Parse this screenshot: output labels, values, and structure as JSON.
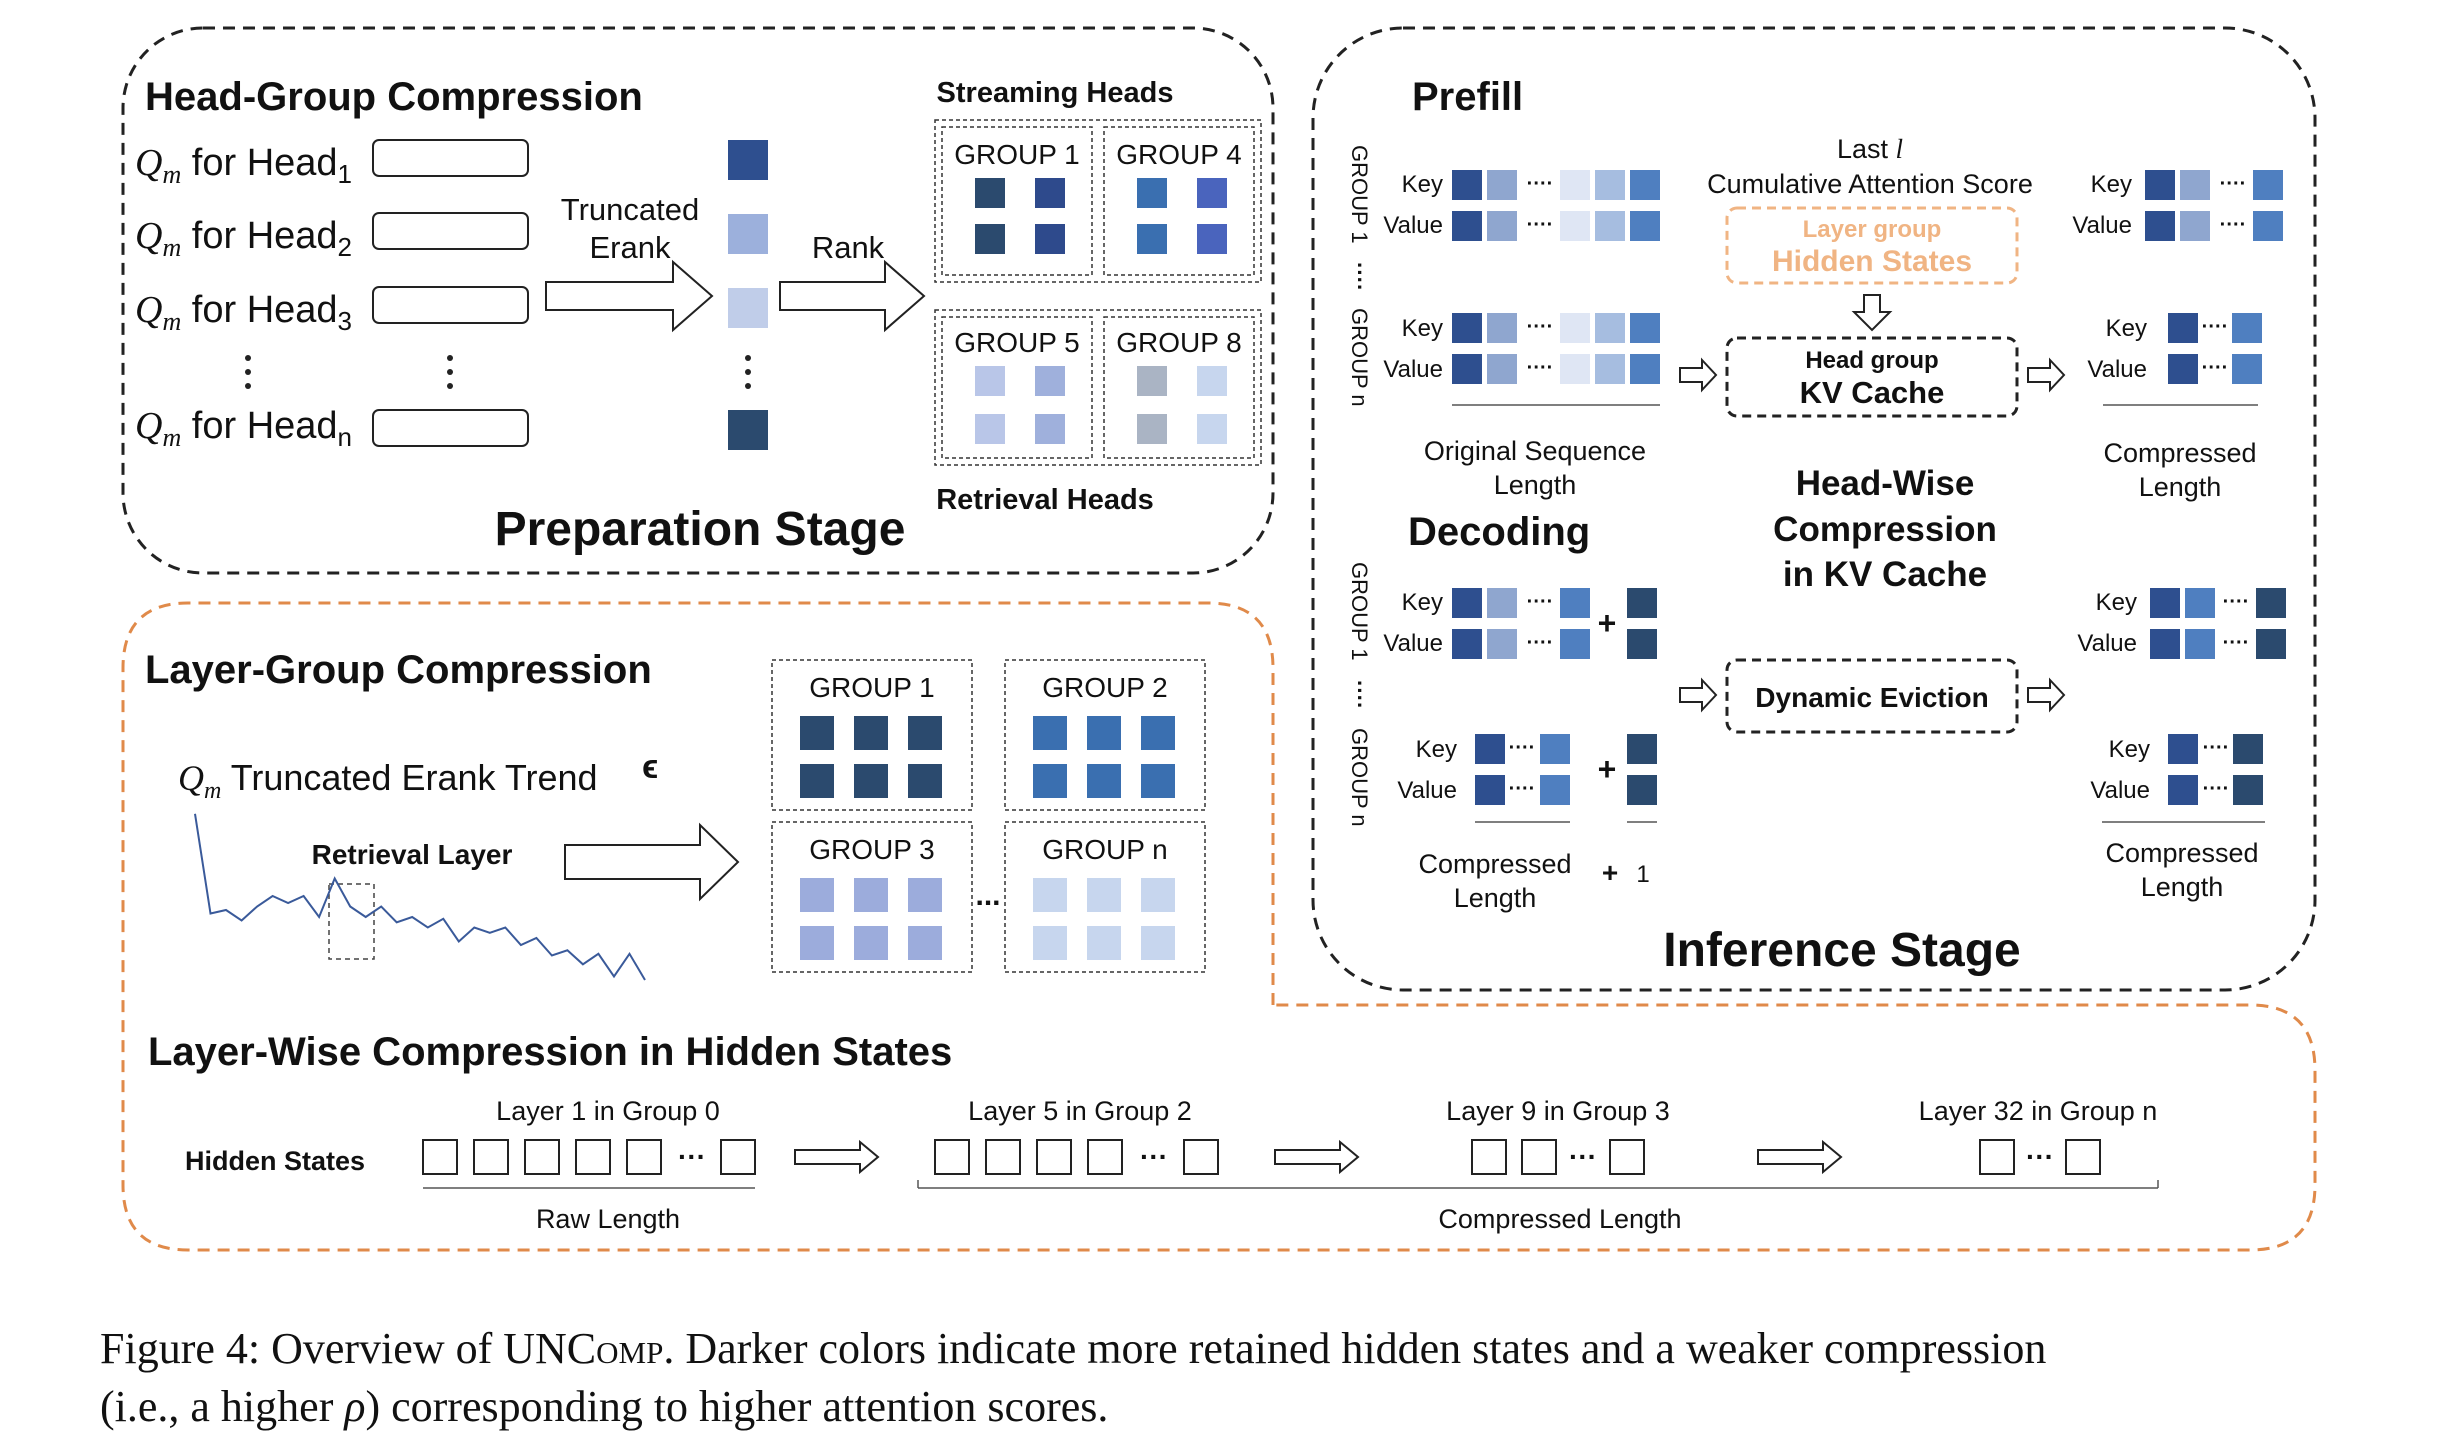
{
  "colors": {
    "border_black": "#222222",
    "border_orange": "#e08a4a",
    "dark_navy": "#2b4a6e",
    "navy": "#2e4f8f",
    "blue": "#3a6fb0",
    "mid_blue": "#4f7fc0",
    "light_blue": "#9cb0dc",
    "pale_blue": "#c7d6ee",
    "gray_blue": "#aab4c4",
    "orange_text": "#f0b483",
    "streaming_blue": "#4a6ab8"
  },
  "prep": {
    "title": "Head-Group Compression",
    "queries": [
      {
        "pre": "Q",
        "sub": "m",
        "mid": " for Head",
        "idx": "1"
      },
      {
        "pre": "Q",
        "sub": "m",
        "mid": " for Head",
        "idx": "2"
      },
      {
        "pre": "Q",
        "sub": "m",
        "mid": " for Head",
        "idx": "3"
      },
      {
        "pre": "Q",
        "sub": "m",
        "mid": " for Head",
        "idx": "n"
      }
    ],
    "arrow1_label_line1": "Truncated",
    "arrow1_label_line2": "Erank",
    "arrow2_label": "Rank",
    "streaming_label": "Streaming Heads",
    "retrieval_label": "Retrieval Heads",
    "groups": [
      "GROUP 1",
      "GROUP 4",
      "GROUP 5",
      "GROUP 8"
    ],
    "stage_label": "Preparation Stage"
  },
  "layer": {
    "title": "Layer-Group Compression",
    "trend_pre": "Q",
    "trend_sub": "m",
    "trend_label": " Truncated Erank Trend",
    "epsilon": "ϵ",
    "retrieval_layer": "Retrieval Layer",
    "trend_values": [
      0.95,
      0.38,
      0.4,
      0.34,
      0.42,
      0.48,
      0.44,
      0.48,
      0.36,
      0.58,
      0.42,
      0.36,
      0.42,
      0.33,
      0.36,
      0.3,
      0.35,
      0.22,
      0.3,
      0.27,
      0.3,
      0.2,
      0.24,
      0.14,
      0.17,
      0.09,
      0.15,
      0.02,
      0.15,
      0.0
    ],
    "groups": [
      "GROUP 1",
      "GROUP 2",
      "GROUP 3",
      "GROUP n"
    ],
    "ellipsis": "..."
  },
  "hidden": {
    "title": "Layer-Wise Compression in Hidden States",
    "row_label": "Hidden States",
    "layers": [
      "Layer 1 in Group 0",
      "Layer 5 in Group 2",
      "Layer 9 in Group 3",
      "Layer 32 in Group n"
    ],
    "raw_length": "Raw Length",
    "compressed_length": "Compressed Length",
    "ellipsis": "···"
  },
  "inference": {
    "prefill": "Prefill",
    "decoding": "Decoding",
    "key": "Key",
    "value": "Value",
    "group1": "GROUP 1",
    "groupn": "GROUP n",
    "vdots": "····",
    "ellipsis": "····",
    "last_line1_pre": "Last ",
    "last_line1_var": "l",
    "last_line2": "Cumulative Attention Score",
    "layer_group_line1": "Layer group",
    "layer_group_line2": "Hidden States",
    "head_group_line1": "Head group",
    "head_group_line2": "KV Cache",
    "dynamic_eviction": "Dynamic Eviction",
    "original_seq_line1": "Original Sequence",
    "original_seq_line2": "Length",
    "compressed_line1": "Compressed",
    "compressed_line2": "Length",
    "headwise_line1": "Head-Wise",
    "headwise_line2": "Compression",
    "headwise_line3": "in KV Cache",
    "plus": "+",
    "one": "1",
    "stage_label": "Inference Stage"
  },
  "caption": {
    "prefix": "Figure 4: Overview of ",
    "name_first": "UNC",
    "name_rest": "omp",
    "rest_line1": ". Darker colors indicate more retained hidden states and a weaker compression",
    "line2_pre": "(i.e., a higher ",
    "rho": "ρ",
    "line2_post": ") corresponding to higher attention scores."
  }
}
